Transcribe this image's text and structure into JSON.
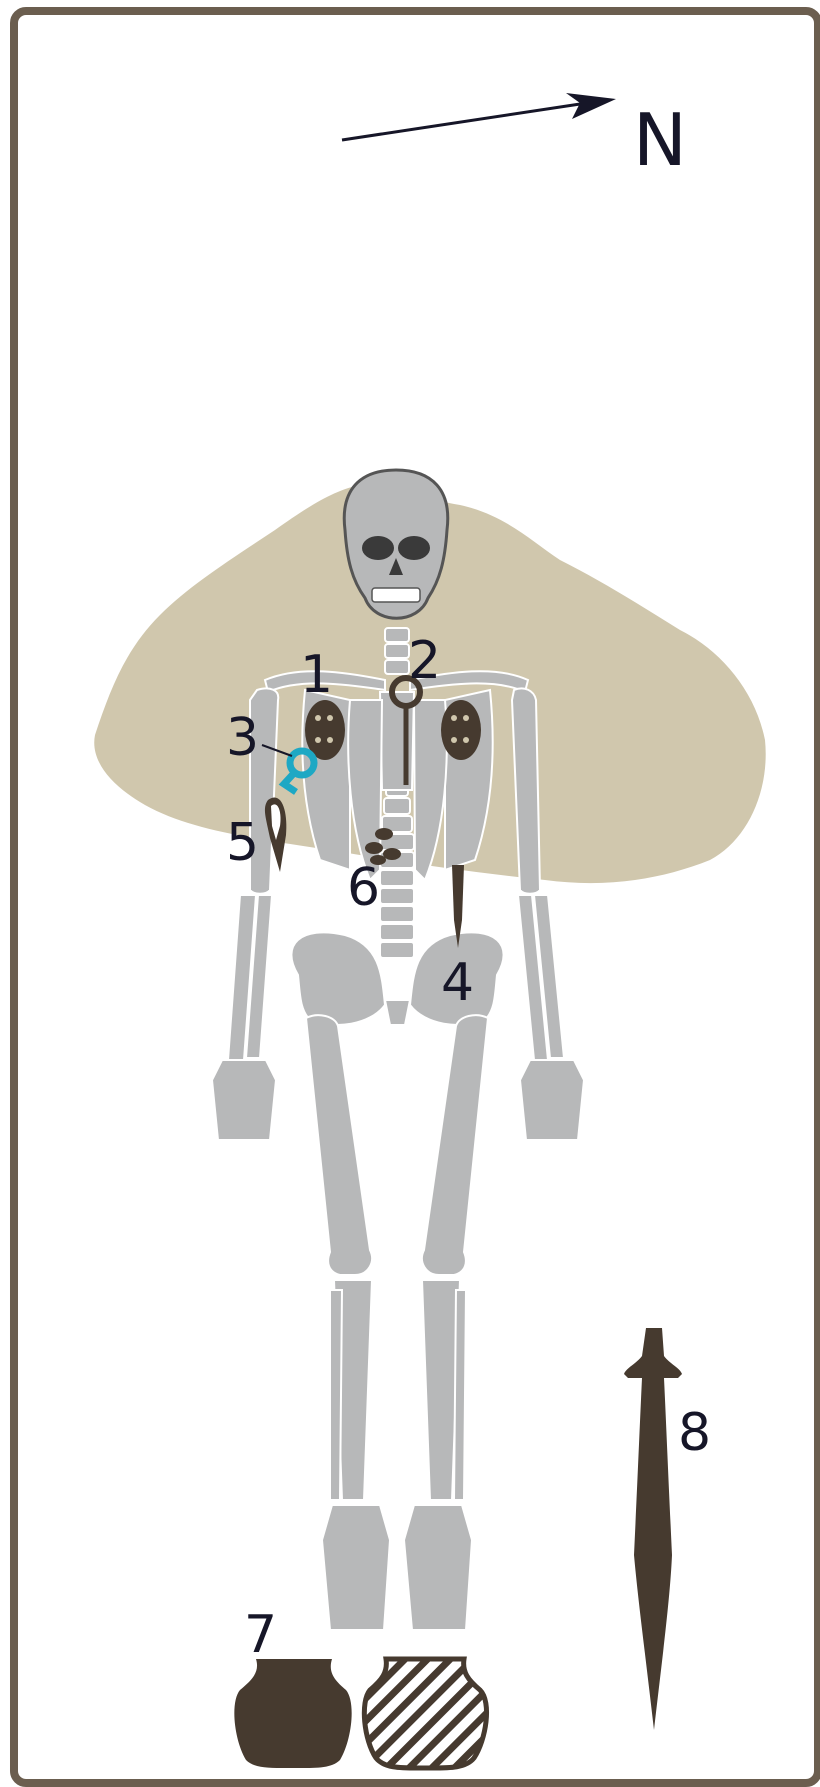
{
  "north_label": "N",
  "labels": {
    "l1": "1",
    "l2": "2",
    "l3": "3",
    "l4": "4",
    "l5": "5",
    "l6": "6",
    "l7": "7",
    "l8": "8"
  },
  "colors": {
    "frame": "#6b5e4f",
    "soil": "#d0c7ad",
    "bone": "#b7b8b9",
    "bone_outline": "#ffffff",
    "artifact": "#463a2f",
    "bronze_hook": "#1ea8c4",
    "text": "#161628"
  }
}
